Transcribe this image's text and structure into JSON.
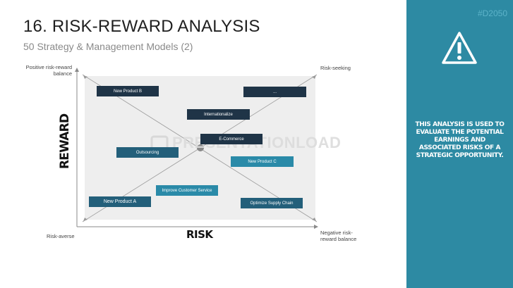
{
  "header": {
    "title": "16. RISK-REWARD ANALYSIS",
    "subtitle": "50 Strategy & Management Models (2)"
  },
  "corners": {
    "top_left": "Positive risk-reward balance",
    "top_right": "Risk-seeking",
    "bottom_left": "Risk-averse",
    "bottom_right": "Negative risk-reward balance"
  },
  "axes": {
    "y_label": "REWARD",
    "x_label": "RISK"
  },
  "items": [
    {
      "label": "New Product B",
      "style": "dark"
    },
    {
      "label": "...",
      "style": "dark"
    },
    {
      "label": "Internationalize",
      "style": "dark"
    },
    {
      "label": "E-Commerce",
      "style": "dark"
    },
    {
      "label": "Outsourcing",
      "style": "mid"
    },
    {
      "label": "New Product C",
      "style": "teal"
    },
    {
      "label": "Improve Customer Service",
      "style": "teal"
    },
    {
      "label": "New Product A",
      "style": "mid"
    },
    {
      "label": "Optimize Supply Chain",
      "style": "mid"
    }
  ],
  "watermark": "PRESENTATIONLOAD",
  "side_panel": {
    "code": "#D2050",
    "icon": "warning-triangle-icon",
    "text": "THIS ANALYSIS IS USED TO EVALUATE THE POTENTIAL EARNINGS AND ASSOCIATED RISKS OF A STRATEGIC OPPORTUNITY.",
    "color": "#2d8aa3"
  }
}
